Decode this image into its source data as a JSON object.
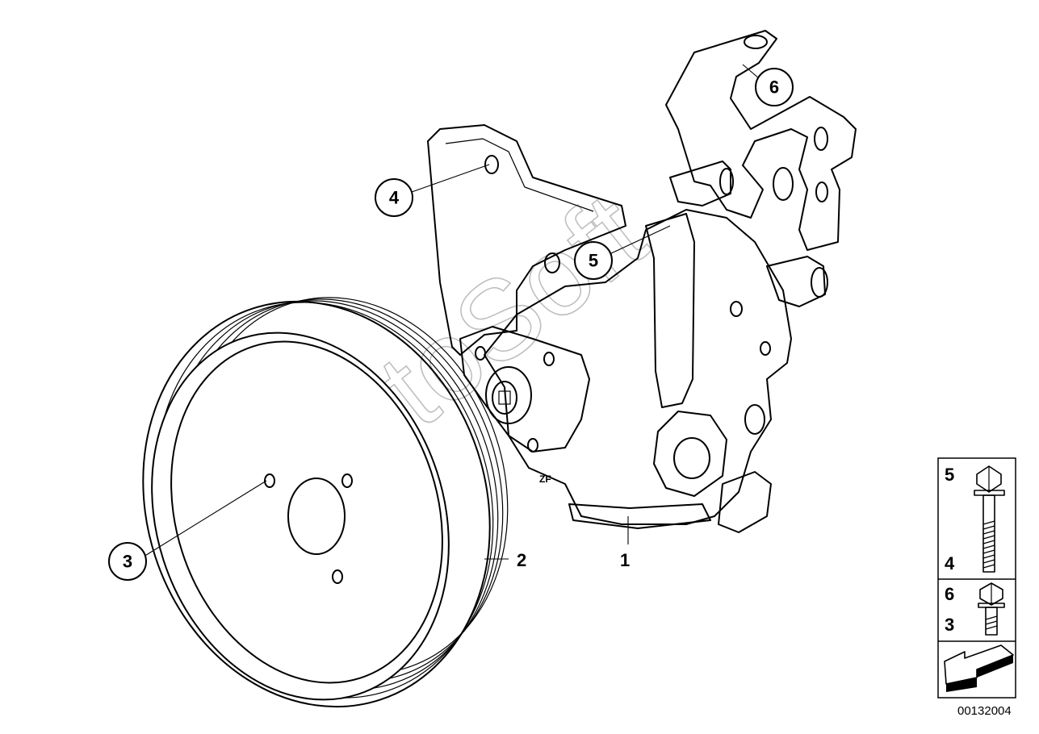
{
  "diagram": {
    "document_number": "00132004",
    "watermark": "AutoSoft",
    "callouts": [
      {
        "id": "1",
        "label": "1"
      },
      {
        "id": "2",
        "label": "2"
      },
      {
        "id": "3",
        "label": "3"
      },
      {
        "id": "4",
        "label": "4"
      },
      {
        "id": "5",
        "label": "5"
      },
      {
        "id": "6",
        "label": "6"
      }
    ],
    "pump_marking": "ZF",
    "legend": {
      "long_bolt": {
        "top": "5",
        "bottom": "4"
      },
      "short_bolt": {
        "top": "6",
        "bottom": "3"
      }
    }
  }
}
